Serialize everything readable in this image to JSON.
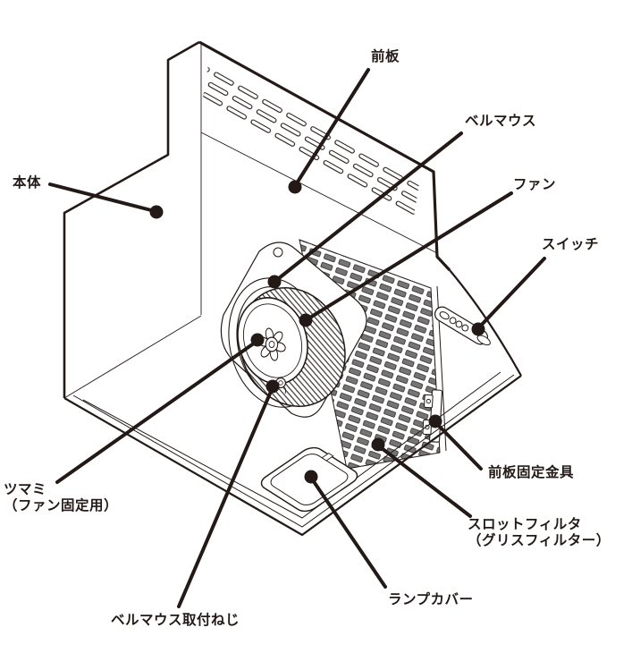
{
  "diagram": {
    "kind": "range-hood-parts-diagram",
    "line_color": "#231916",
    "background_color": "#ffffff",
    "labels": [
      {
        "name": "front-panel",
        "text": "前板"
      },
      {
        "name": "main-body",
        "text": "本体"
      },
      {
        "name": "bellmouth",
        "text": "ベルマウス"
      },
      {
        "name": "fan",
        "text": "ファン"
      },
      {
        "name": "switch",
        "text": "スイッチ"
      },
      {
        "name": "front-panel-bracket",
        "text": "前板固定金具"
      },
      {
        "name": "slot-filter",
        "text": "スロットフィルタ\n（グリスフィルター）"
      },
      {
        "name": "lamp-cover",
        "text": "ランプカバー"
      },
      {
        "name": "knob",
        "text": "ツマミ\n（ファン固定用）"
      },
      {
        "name": "bellmouth-screw",
        "text": "ベルマウス取付ねじ"
      }
    ]
  }
}
